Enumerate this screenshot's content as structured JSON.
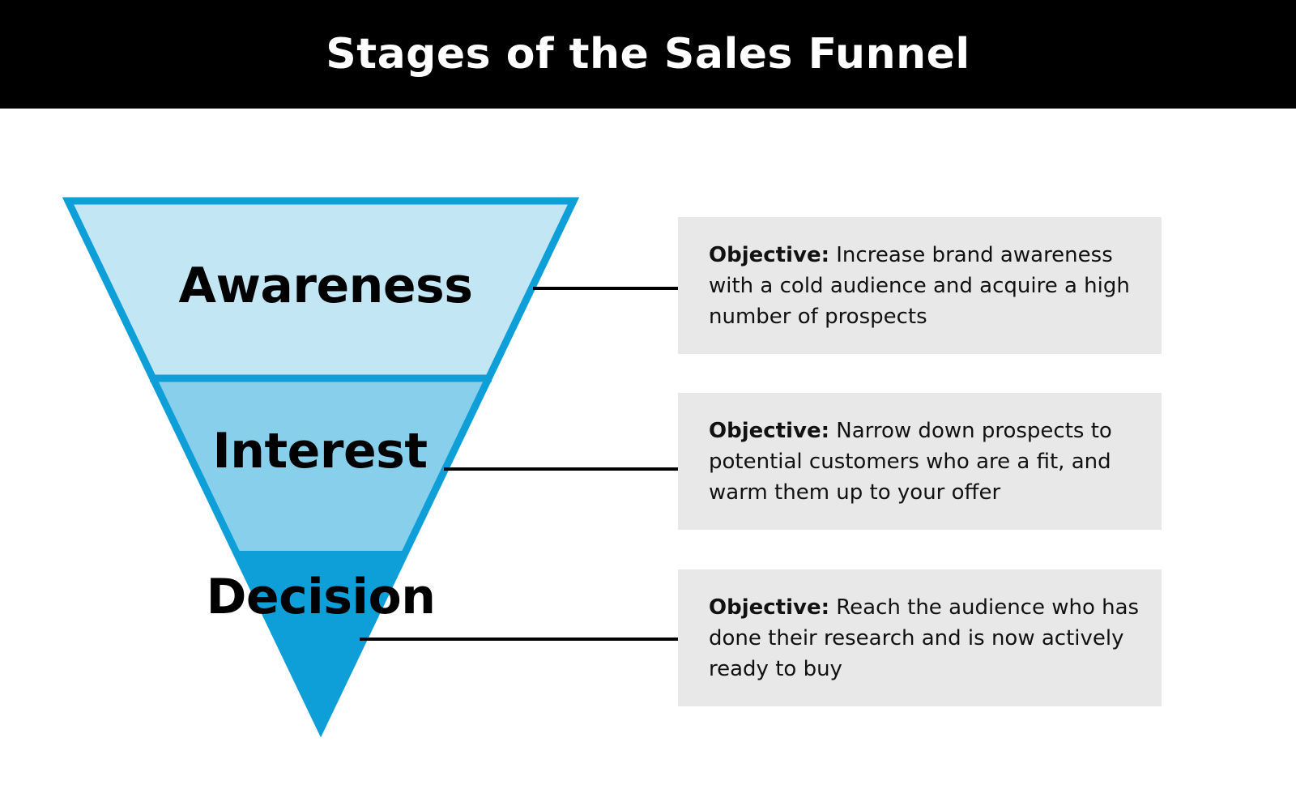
{
  "title": "Stages of the Sales Funnel",
  "colors": {
    "header_bg": "#000000",
    "funnel_stroke": "#0e9fd8",
    "awareness_fill": "#c3e6f5",
    "interest_fill": "#87cfeb",
    "decision_fill": "#0e9fd8",
    "box_bg": "#e8e8e8"
  },
  "stages": [
    {
      "label": "Awareness",
      "objective_label": "Objective:",
      "objective_text": " Increase brand awareness with a cold audience and acquire a high number of prospects"
    },
    {
      "label": "Interest",
      "objective_label": "Objective:",
      "objective_text": " Narrow down prospects to potential customers who are a fit, and warm them up to your offer"
    },
    {
      "label": "Decision",
      "objective_label": "Objective:",
      "objective_text": " Reach the audience who has done their research and is now actively ready to buy"
    }
  ]
}
